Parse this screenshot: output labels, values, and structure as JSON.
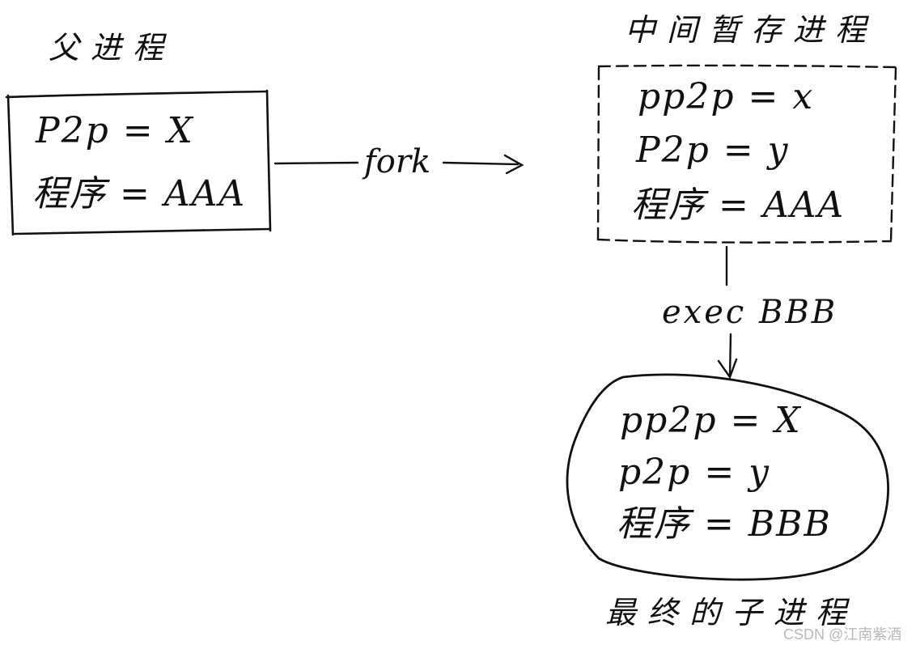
{
  "parent": {
    "title": "父进程",
    "line1": "P2p = X",
    "line2": "程序 = AAA"
  },
  "intermediate": {
    "title": "中间暂存进程",
    "line1": "pp2p = x",
    "line2": "P2p = y",
    "line3": "程序 = AAA"
  },
  "child": {
    "title": "最终的子进程",
    "line1": "pp2p = X",
    "line2": "p2p = y",
    "line3": "程序 = BBB"
  },
  "edges": {
    "fork_label": "fork",
    "exec_label": "exec BBB"
  },
  "watermark": "CSDN @江南紫酒"
}
